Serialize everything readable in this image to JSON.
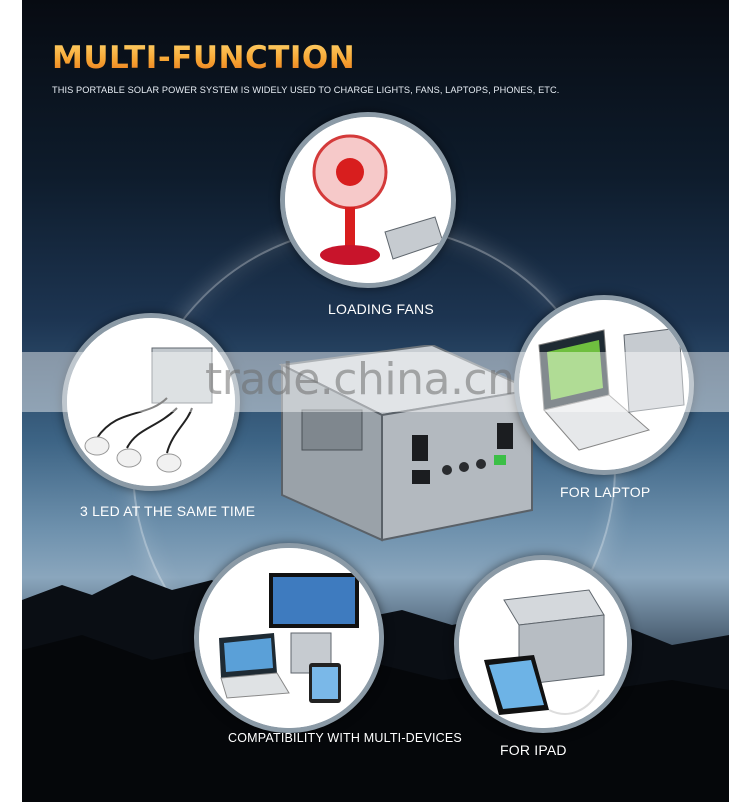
{
  "header": {
    "title": "MULTI-FUNCTION",
    "subtitle": "THIS PORTABLE SOLAR POWER SYSTEM IS WIDELY USED TO CHARGE LIGHTS, FANS, LAPTOPS, PHONES, ETC."
  },
  "features": {
    "fans": "LOADING FANS",
    "led": "3 LED AT THE SAME TIME",
    "laptop": "FOR LAPTOP",
    "multi": "COMPATIBILITY WITH MULTI-DEVICES",
    "ipad": "FOR IPAD"
  },
  "watermark": "trade.china.cn",
  "colors": {
    "title_orange": "#f29a2e",
    "ring": "#8b9aa6",
    "sky_top": "#070b12",
    "sky_glow": "#8aa6bd"
  }
}
